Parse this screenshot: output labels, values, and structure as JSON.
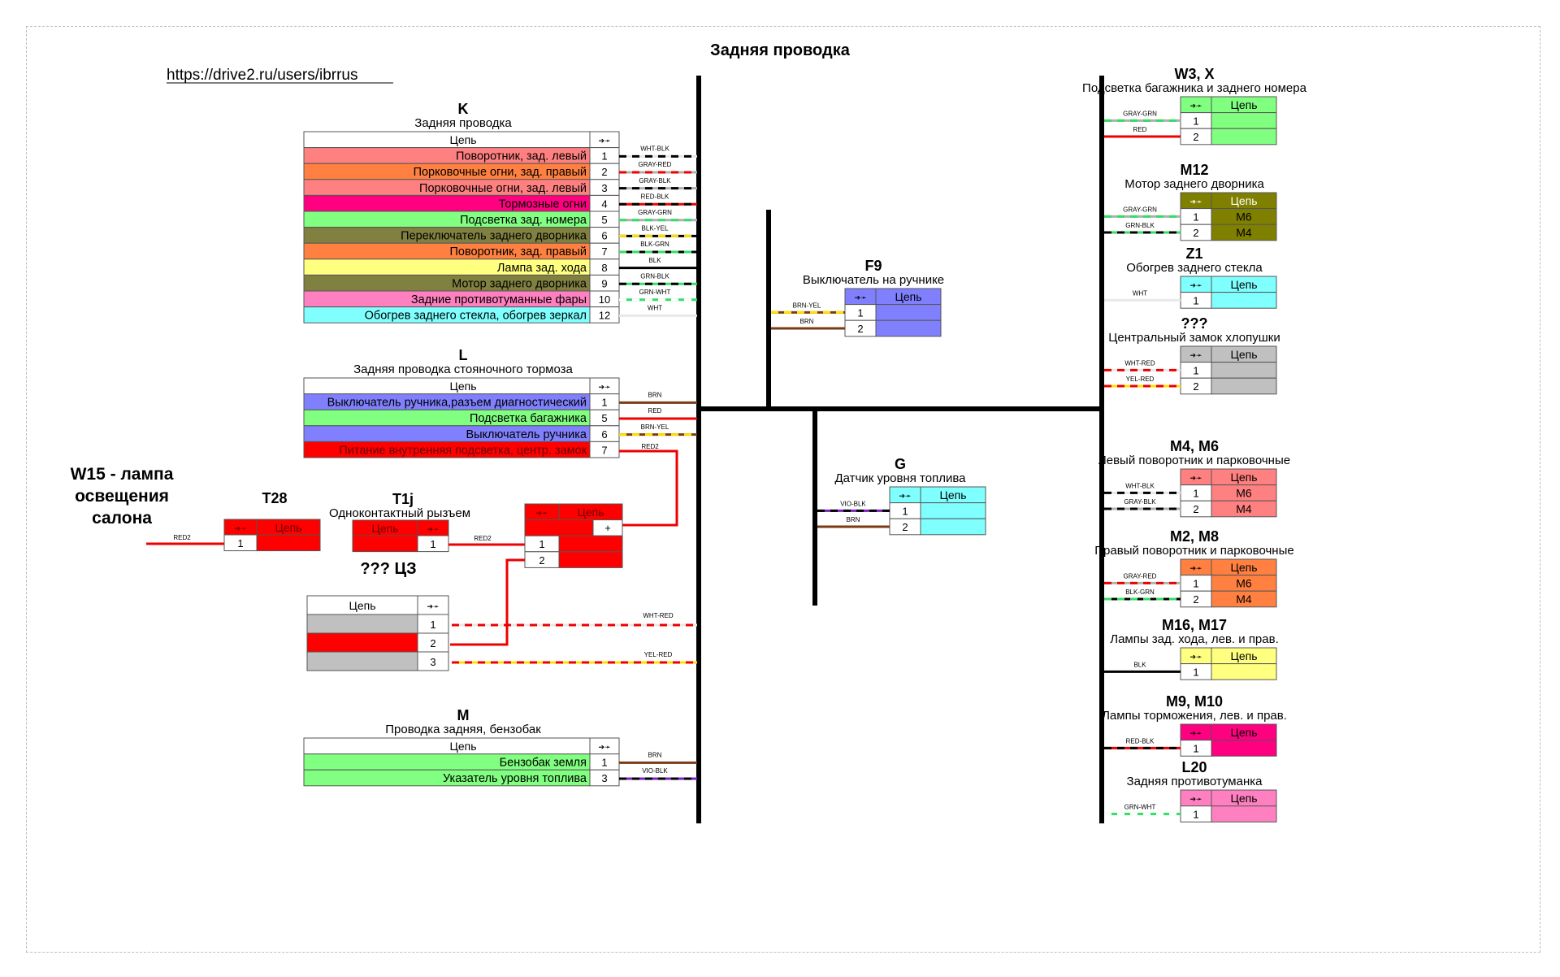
{
  "title": "Задняя проводка",
  "url": "https://drive2.ru/users/ibrrus",
  "pin_symbol": "➔➛",
  "circuit_label": "Цепь",
  "w15_label": [
    "W15 - лампа",
    "освещения",
    "салона"
  ],
  "unknown_cz_label": "??? ЦЗ",
  "colors": {
    "red": "#ff0000",
    "pink_red": "#ff8080",
    "orange": "#ff8040",
    "magenta": "#ff0080",
    "light_green": "#80ff80",
    "olive": "#808040",
    "yellow": "#ffff80",
    "pink": "#ff80c0",
    "cyan": "#80ffff",
    "violet": "#8080ff",
    "gray": "#c0c0c0",
    "green_header": "#80ff80",
    "olive_header": "#808000"
  },
  "connectors": {
    "K": {
      "id": "K",
      "subtitle": "Задняя проводка",
      "rows": [
        {
          "label": "Поворотник, зад. левый",
          "pin": "1",
          "color": "#ff8080",
          "wire": "WHT-BLK"
        },
        {
          "label": "Порковочные огни, зад. правый",
          "pin": "2",
          "color": "#ff8040",
          "wire": "GRAY-RED"
        },
        {
          "label": "Порковочные огни, зад. левый",
          "pin": "3",
          "color": "#ff8080",
          "wire": "GRAY-BLK"
        },
        {
          "label": "Тормозные огни",
          "pin": "4",
          "color": "#ff0080",
          "wire": "RED-BLK"
        },
        {
          "label": "Подсветка зад. номера",
          "pin": "5",
          "color": "#80ff80",
          "wire": "GRAY-GRN"
        },
        {
          "label": "Переключатель заднего дворника",
          "pin": "6",
          "color": "#808040",
          "wire": "BLK-YEL"
        },
        {
          "label": "Поворотник, зад. правый",
          "pin": "7",
          "color": "#ff8040",
          "wire": "BLK-GRN"
        },
        {
          "label": "Лампа зад. хода",
          "pin": "8",
          "color": "#ffff80",
          "wire": "BLK"
        },
        {
          "label": "Мотор заднего дворника",
          "pin": "9",
          "color": "#808040",
          "wire": "GRN-BLK"
        },
        {
          "label": "Задние противотуманные фары",
          "pin": "10",
          "color": "#ff80c0",
          "wire": "GRN-WHT"
        },
        {
          "label": "Обогрев заднего стекла, обогрев зеркал",
          "pin": "12",
          "color": "#80ffff",
          "wire": "WHT"
        }
      ]
    },
    "L": {
      "id": "L",
      "subtitle": "Задняя проводка стояночного тормоза",
      "rows": [
        {
          "label": "Выключатель ручника,разъем диагностический",
          "pin": "1",
          "color": "#8080ff",
          "wire": "BRN"
        },
        {
          "label": "Подсветка багажника",
          "pin": "5",
          "color": "#80ff80",
          "wire": "RED"
        },
        {
          "label": "Выключатель ручника",
          "pin": "6",
          "color": "#8080ff",
          "wire": "BRN-YEL"
        },
        {
          "label": "Питание внутренняя подсветка, центр. замок",
          "pin": "7",
          "color": "#ff0000",
          "wire": "RED2"
        }
      ]
    },
    "M": {
      "id": "M",
      "subtitle": "Проводка задняя, бензобак",
      "rows": [
        {
          "label": "Бензобак земля",
          "pin": "1",
          "color": "#80ff80",
          "wire": "BRN"
        },
        {
          "label": "Указатель уровня топлива",
          "pin": "3",
          "color": "#80ff80",
          "wire": "VIO-BLK"
        }
      ]
    },
    "T28": {
      "id": "T28",
      "pin": "1",
      "wire": "RED2"
    },
    "T1j": {
      "id": "T1j",
      "subtitle": "Одноконтактный рызъем",
      "pin": "1",
      "wire": "RED2"
    },
    "splice": {
      "pins": [
        "+",
        "1",
        "2"
      ]
    },
    "cz": {
      "pins": [
        "1",
        "2",
        "3"
      ],
      "wires": [
        "WHT-RED",
        "YEL-RED"
      ]
    },
    "F9": {
      "id": "F9",
      "subtitle": "Выключатель на ручнике",
      "pins": [
        "1",
        "2"
      ],
      "wires": [
        "BRN-YEL",
        "BRN"
      ]
    },
    "G": {
      "id": "G",
      "subtitle": "Датчик уровня топлива",
      "pins": [
        "1",
        "2"
      ],
      "wires": [
        "VIO-BLK",
        "BRN"
      ]
    },
    "W3X": {
      "id": "W3, X",
      "subtitle": "Подсветка багажника и заднего номера",
      "pins": [
        "1",
        "2"
      ],
      "wires": [
        "GRAY-GRN",
        "RED"
      ]
    },
    "M12": {
      "id": "M12",
      "subtitle": "Мотор заднего дворника",
      "pins": [
        "1",
        "2"
      ],
      "values": [
        "M6",
        "M4"
      ],
      "wires": [
        "GRAY-GRN",
        "GRN-BLK"
      ]
    },
    "Z1": {
      "id": "Z1",
      "subtitle": "Обогрев заднего стекла",
      "pins": [
        "1"
      ],
      "wires": [
        "WHT"
      ]
    },
    "Q": {
      "id": "???",
      "subtitle": "Центральный замок хлопушки",
      "pins": [
        "1",
        "2"
      ],
      "wires": [
        "WHT-RED",
        "YEL-RED"
      ]
    },
    "M4M6": {
      "id": "M4, M6",
      "subtitle": "Левый поворотник и парковочные",
      "pins": [
        "1",
        "2"
      ],
      "values": [
        "M6",
        "M4"
      ],
      "wires": [
        "WHT-BLK",
        "GRAY-BLK"
      ]
    },
    "M2M8": {
      "id": "M2, M8",
      "subtitle": "Правый поворотник и парковочные",
      "pins": [
        "1",
        "2"
      ],
      "values": [
        "M6",
        "M4"
      ],
      "wires": [
        "GRAY-RED",
        "BLK-GRN"
      ]
    },
    "M16M17": {
      "id": "M16, M17",
      "subtitle": "Лампы зад. хода, лев. и прав.",
      "pins": [
        "1"
      ],
      "wires": [
        "BLK"
      ]
    },
    "M9M10": {
      "id": "M9, M10",
      "subtitle": "Лампы торможения, лев. и прав.",
      "pins": [
        "1"
      ],
      "wires": [
        "RED-BLK"
      ]
    },
    "L20": {
      "id": "L20",
      "subtitle": "Задняя противотуманка",
      "pins": [
        "1"
      ],
      "wires": [
        "GRN-WHT"
      ]
    }
  }
}
